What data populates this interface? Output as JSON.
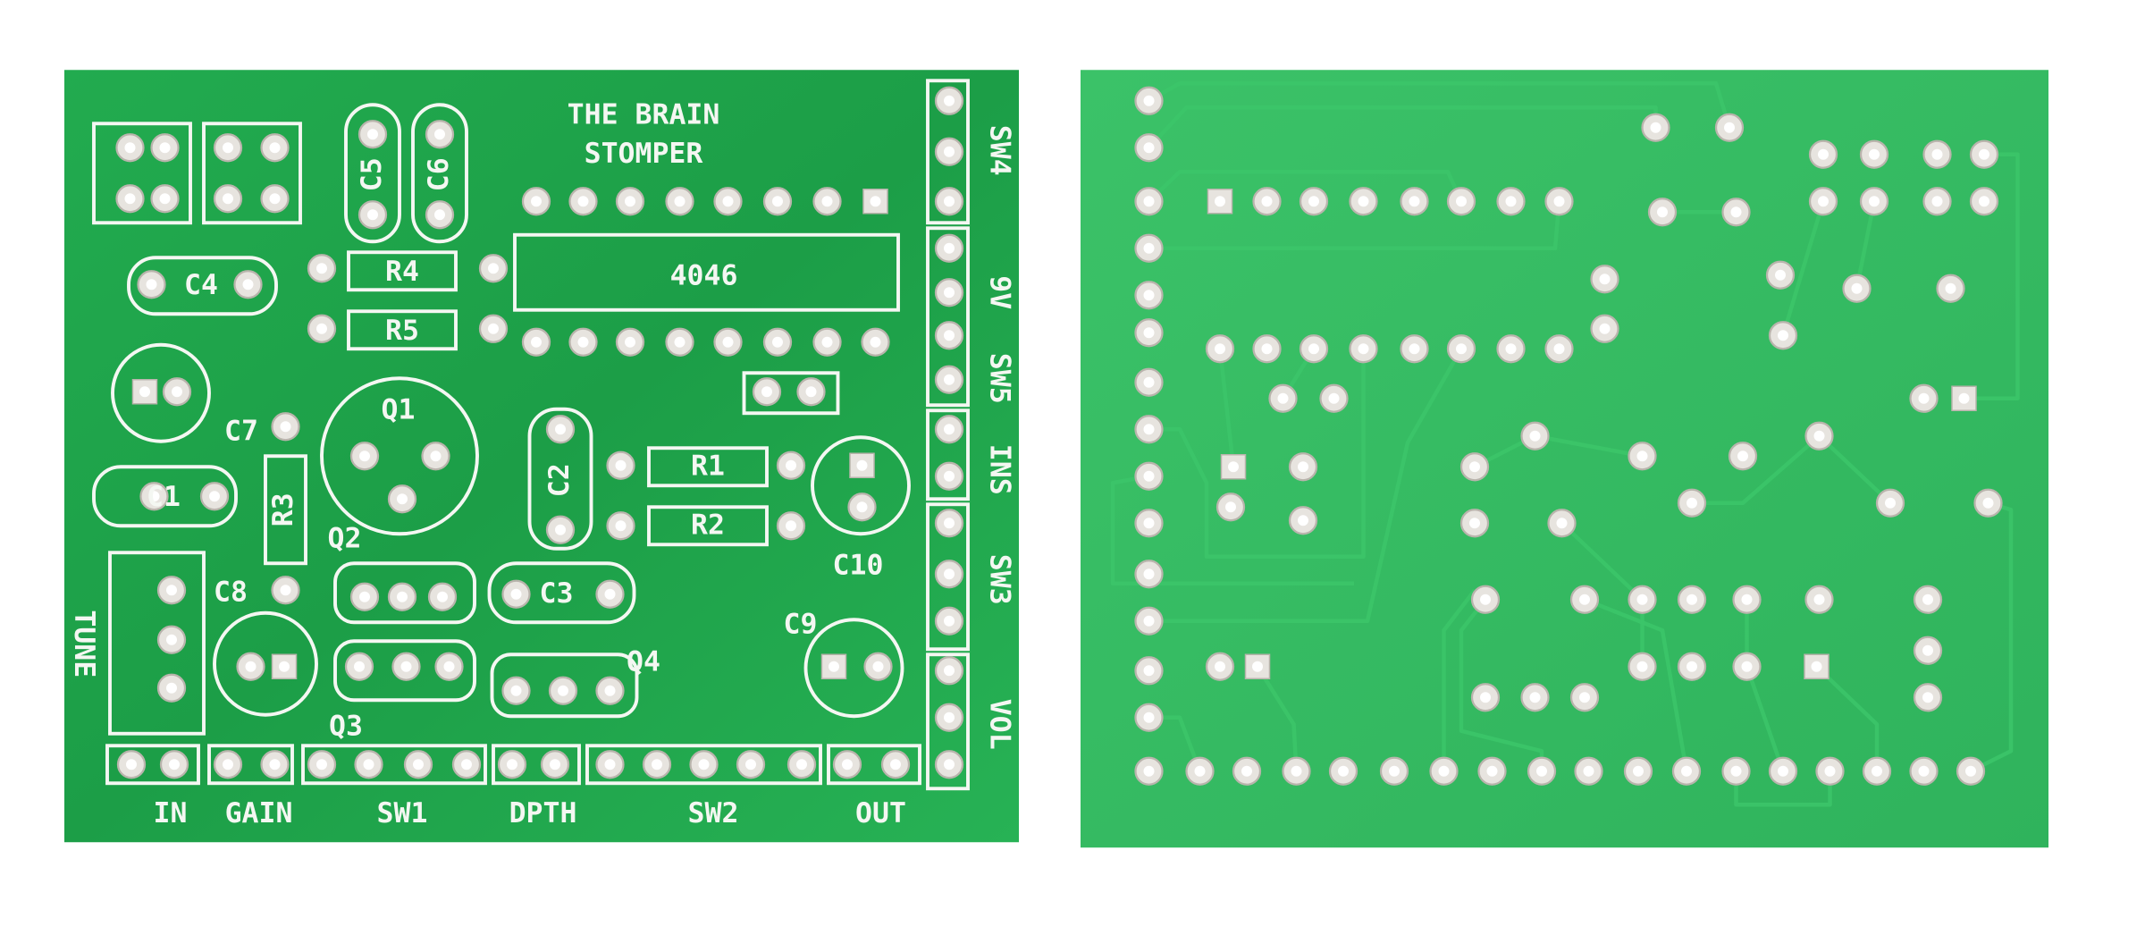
{
  "colors": {
    "board": "#1fa64c",
    "board_light": "#34bd62",
    "silkscreen": "#f4f7f2",
    "pad": "#e7e4df",
    "background": "#ffffff"
  },
  "front_board": {
    "title_line1": "THE BRAIN",
    "title_line2": "STOMPER",
    "ic": "4046",
    "components": {
      "c1": "C1",
      "c2": "C2",
      "c3": "C3",
      "c4": "C4",
      "c5": "C5",
      "c6": "C6",
      "c7": "C7",
      "c8": "C8",
      "c9": "C9",
      "c10": "C10",
      "r1": "R1",
      "r2": "R2",
      "r3": "R3",
      "r4": "R4",
      "r5": "R5",
      "q1": "Q1",
      "q2": "Q2",
      "q3": "Q3",
      "q4": "Q4"
    },
    "bottom_labels": [
      "IN",
      "GAIN",
      "SW1",
      "DPTH",
      "SW2",
      "OUT"
    ],
    "side_labels": [
      "SW4",
      "9V",
      "SW5",
      "INS",
      "SW3",
      "VOL"
    ],
    "left_label": "TUNE"
  }
}
